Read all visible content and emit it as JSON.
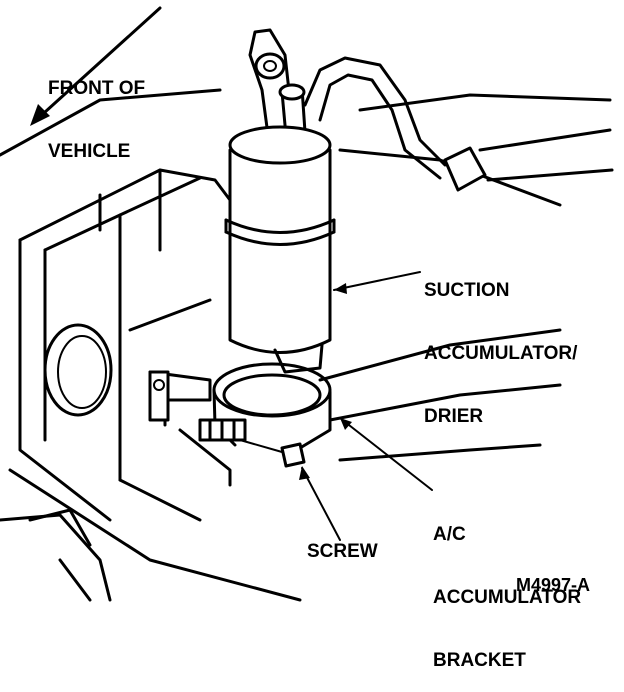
{
  "labels": {
    "front_of_vehicle": [
      "FRONT OF",
      "VEHICLE"
    ],
    "suction_accumulator": [
      "SUCTION",
      "ACCUMULATOR/",
      "DRIER"
    ],
    "accumulator_bracket": [
      "A/C",
      "ACCUMULATOR",
      "BRACKET"
    ],
    "screw": "SCREW",
    "figure_code": "M4997-A"
  }
}
